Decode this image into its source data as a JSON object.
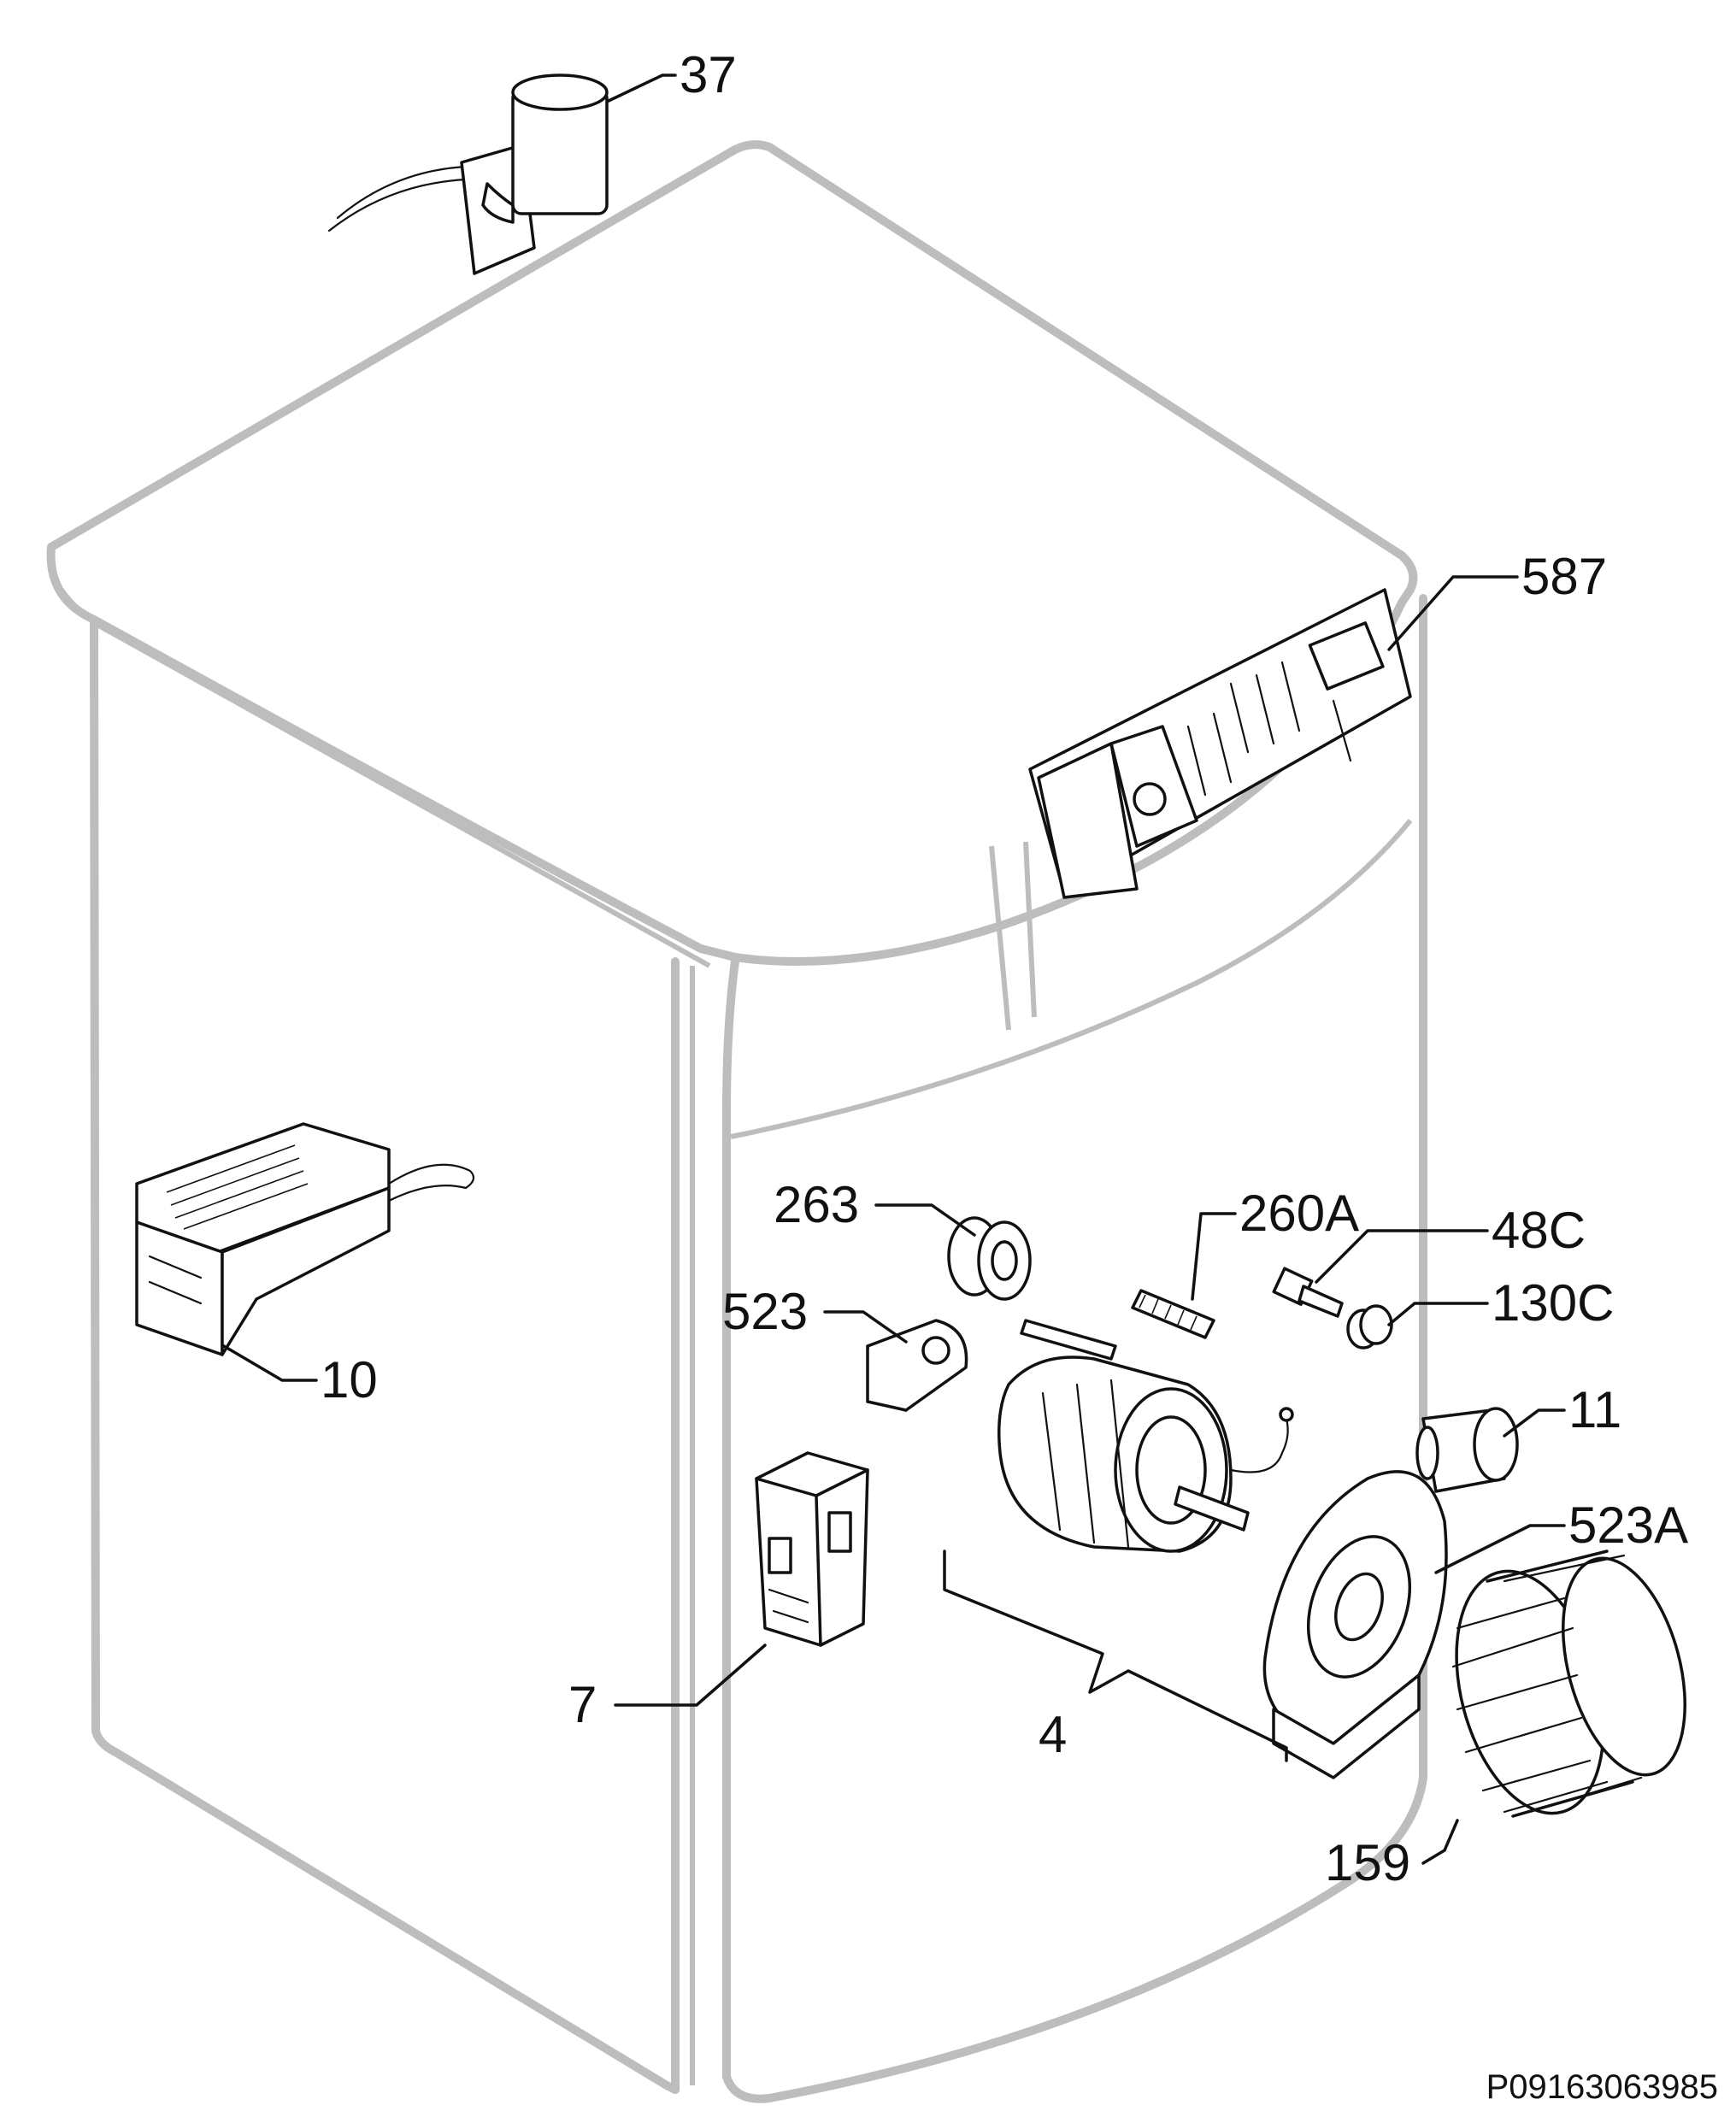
{
  "diagram": {
    "doc_id": "P09163063985",
    "callouts": [
      {
        "id": "37",
        "label": "37"
      },
      {
        "id": "587",
        "label": "587"
      },
      {
        "id": "10",
        "label": "10"
      },
      {
        "id": "263",
        "label": "263"
      },
      {
        "id": "260A",
        "label": "260A"
      },
      {
        "id": "48C",
        "label": "48C"
      },
      {
        "id": "523",
        "label": "523"
      },
      {
        "id": "130C",
        "label": "130C"
      },
      {
        "id": "11",
        "label": "11"
      },
      {
        "id": "523A",
        "label": "523A"
      },
      {
        "id": "7",
        "label": "7"
      },
      {
        "id": "4",
        "label": "4"
      },
      {
        "id": "159",
        "label": "159"
      }
    ],
    "colors": {
      "cabinet_outline": "#bdbdbd",
      "part_stroke": "#111111",
      "background": "#ffffff"
    }
  }
}
